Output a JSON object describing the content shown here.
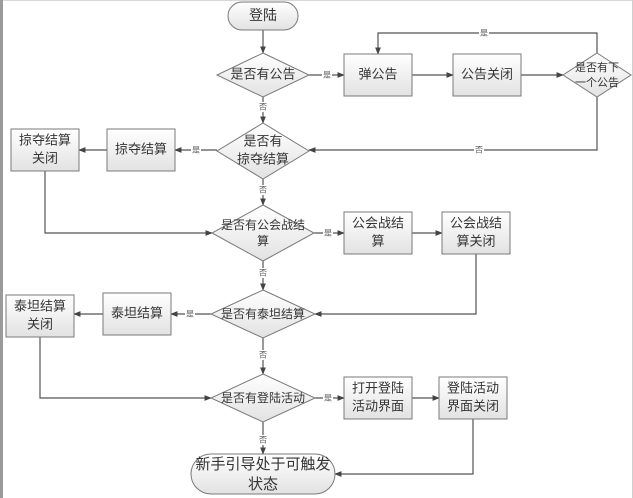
{
  "diagram": {
    "type": "flowchart",
    "nodes": [
      {
        "id": "start",
        "shape": "terminal",
        "lines": [
          "登陆"
        ]
      },
      {
        "id": "q_notice",
        "shape": "decision",
        "lines": [
          "是否有公告"
        ]
      },
      {
        "id": "show_notice",
        "shape": "process",
        "lines": [
          "弹公告"
        ]
      },
      {
        "id": "close_notice",
        "shape": "process",
        "lines": [
          "公告关闭"
        ]
      },
      {
        "id": "q_next_notice",
        "shape": "decision",
        "lines": [
          "是否有下",
          "一个公告"
        ]
      },
      {
        "id": "q_plunder",
        "shape": "decision",
        "lines": [
          "是否有",
          "掠夺结算"
        ]
      },
      {
        "id": "plunder",
        "shape": "process",
        "lines": [
          "掠夺结算"
        ]
      },
      {
        "id": "plunder_close",
        "shape": "process",
        "lines": [
          "掠夺结算",
          "关闭"
        ]
      },
      {
        "id": "q_guildwar",
        "shape": "decision",
        "lines": [
          "是否有公会战结",
          "算"
        ]
      },
      {
        "id": "guildwar",
        "shape": "process",
        "lines": [
          "公会战结",
          "算"
        ]
      },
      {
        "id": "guildwar_close",
        "shape": "process",
        "lines": [
          "公会战结",
          "算关闭"
        ]
      },
      {
        "id": "q_titan",
        "shape": "decision",
        "lines": [
          "是否有泰坦结算"
        ]
      },
      {
        "id": "titan",
        "shape": "process",
        "lines": [
          "泰坦结算"
        ]
      },
      {
        "id": "titan_close",
        "shape": "process",
        "lines": [
          "泰坦结算",
          "关闭"
        ]
      },
      {
        "id": "q_login_event",
        "shape": "decision",
        "lines": [
          "是否有登陆活动"
        ]
      },
      {
        "id": "open_login_event",
        "shape": "process",
        "lines": [
          "打开登陆",
          "活动界面"
        ]
      },
      {
        "id": "close_login_event",
        "shape": "process",
        "lines": [
          "登陆活动",
          "界面关闭"
        ]
      },
      {
        "id": "end",
        "shape": "terminal",
        "lines": [
          "新手引导处于可触发",
          "状态"
        ]
      }
    ],
    "edges": [
      {
        "from": "start",
        "to": "q_notice",
        "label": ""
      },
      {
        "from": "q_notice",
        "to": "show_notice",
        "label": "是"
      },
      {
        "from": "q_notice",
        "to": "q_plunder",
        "label": "否"
      },
      {
        "from": "show_notice",
        "to": "close_notice",
        "label": ""
      },
      {
        "from": "close_notice",
        "to": "q_next_notice",
        "label": ""
      },
      {
        "from": "q_next_notice",
        "to": "show_notice",
        "label": "是"
      },
      {
        "from": "q_next_notice",
        "to": "q_plunder",
        "label": "否"
      },
      {
        "from": "q_plunder",
        "to": "plunder",
        "label": "是"
      },
      {
        "from": "q_plunder",
        "to": "q_guildwar",
        "label": "否"
      },
      {
        "from": "plunder",
        "to": "plunder_close",
        "label": ""
      },
      {
        "from": "plunder_close",
        "to": "q_guildwar",
        "label": ""
      },
      {
        "from": "q_guildwar",
        "to": "guildwar",
        "label": "是"
      },
      {
        "from": "q_guildwar",
        "to": "q_titan",
        "label": "否"
      },
      {
        "from": "guildwar",
        "to": "guildwar_close",
        "label": ""
      },
      {
        "from": "guildwar_close",
        "to": "q_titan",
        "label": ""
      },
      {
        "from": "q_titan",
        "to": "titan",
        "label": "是"
      },
      {
        "from": "q_titan",
        "to": "q_login_event",
        "label": "否"
      },
      {
        "from": "titan",
        "to": "titan_close",
        "label": ""
      },
      {
        "from": "titan_close",
        "to": "q_login_event",
        "label": ""
      },
      {
        "from": "q_login_event",
        "to": "open_login_event",
        "label": "是"
      },
      {
        "from": "q_login_event",
        "to": "end",
        "label": "否"
      },
      {
        "from": "open_login_event",
        "to": "close_login_event",
        "label": ""
      },
      {
        "from": "close_login_event",
        "to": "end",
        "label": ""
      }
    ]
  },
  "colors": {
    "line": "#555555",
    "box_top": "#ffffff",
    "box_bottom": "#e4e4e4",
    "border": "#7a7a7a",
    "text": "#333333"
  }
}
